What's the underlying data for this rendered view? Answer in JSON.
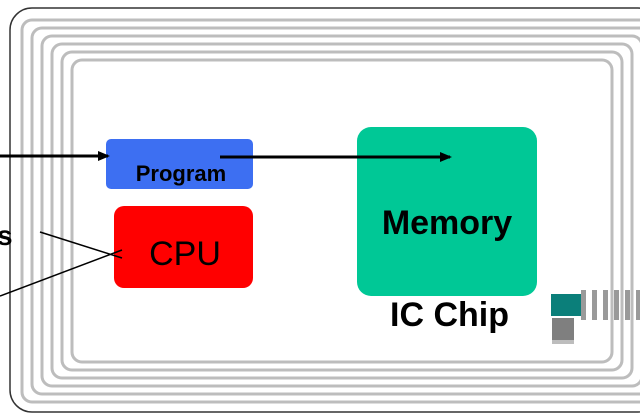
{
  "diagram": {
    "blocks": {
      "program": {
        "label": "Program",
        "color": "#3d6ff2"
      },
      "cpu": {
        "label": "CPU",
        "color": "#ff0000"
      },
      "memory": {
        "label": "Memory",
        "color": "#00c896"
      }
    },
    "chip_label": "IC Chip",
    "left_cut_label": "s",
    "colors": {
      "card_border": "#333333",
      "antenna_coil": "#bdbdbd",
      "chip_teal": "#0b7f7a",
      "chip_gray": "#7f7f7f"
    }
  }
}
